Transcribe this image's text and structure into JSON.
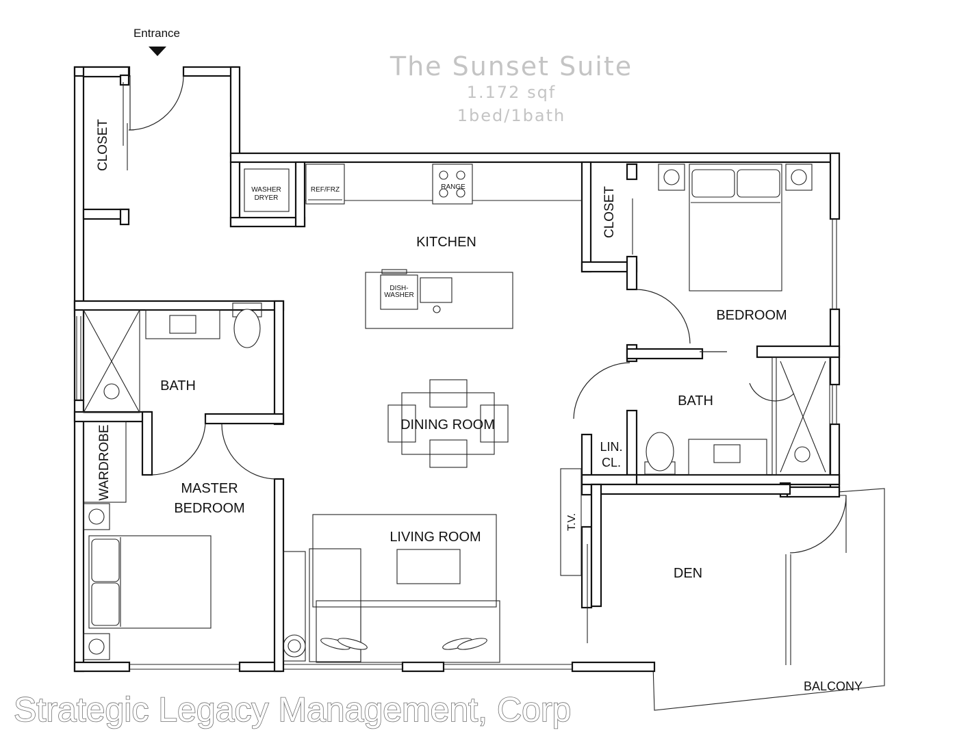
{
  "header": {
    "entrance_label": "Entrance",
    "title": "The Sunset Suite",
    "area": "1.172 sqf",
    "bedbath": "1bed/1bath"
  },
  "rooms": {
    "closet_entry": "CLOSET",
    "washer_dryer_line1": "WASHER",
    "washer_dryer_line2": "DRYER",
    "ref_frz": "REF/FRZ",
    "range": "RANGE",
    "kitchen": "KITCHEN",
    "dishwasher_line1": "DISH-",
    "dishwasher_line2": "WASHER",
    "closet_bedroom": "CLOSET",
    "bedroom": "BEDROOM",
    "bath_master": "BATH",
    "bath_guest": "BATH",
    "dining_room": "DINING ROOM",
    "linen_line1": "LIN.",
    "linen_line2": "CL.",
    "wardrobe": "WARDROBE",
    "master_line1": "MASTER",
    "master_line2": "BEDROOM",
    "tv": "T.V.",
    "living_room": "LIVING ROOM",
    "den": "DEN",
    "balcony": "BALCONY"
  },
  "watermark": {
    "text": "Strategic Legacy Management, Corp"
  }
}
